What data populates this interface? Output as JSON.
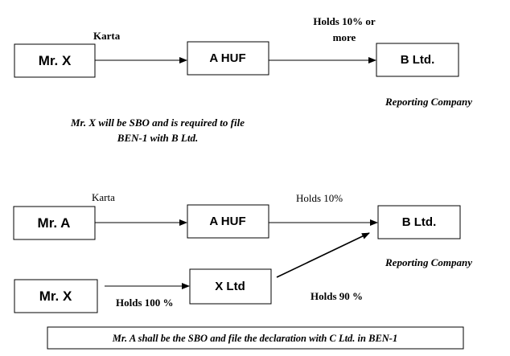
{
  "diagram1": {
    "boxes": {
      "mr_x": "Mr. X",
      "huf": "A HUF",
      "company": "B Ltd."
    },
    "edges": {
      "karta": "Karta",
      "holds_line1": "Holds 10% or",
      "holds_line2": "more"
    },
    "reporting": "Reporting Company",
    "note_line1": "Mr. X will be SBO and is required to file",
    "note_line2": "BEN-1 with B Ltd."
  },
  "diagram2": {
    "boxes": {
      "mr_a": "Mr. A",
      "huf": "A HUF",
      "company": "B Ltd.",
      "mr_x": "Mr. X",
      "x_ltd": "X Ltd"
    },
    "edges": {
      "karta": "Karta",
      "holds_10": "Holds 10%",
      "holds_100": "Holds 100 %",
      "holds_90": "Holds 90 %"
    },
    "reporting": "Reporting Company",
    "note": "Mr. A shall be the SBO and file the declaration with C Ltd. in BEN-1"
  }
}
